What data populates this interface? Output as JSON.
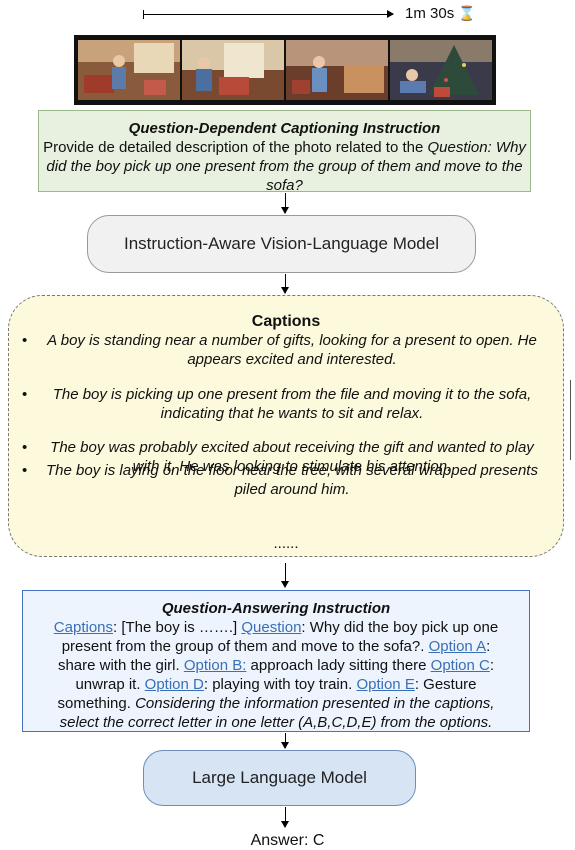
{
  "timeline": {
    "duration": "1m 30s"
  },
  "qdc": {
    "title": "Question-Dependent Captioning Instruction",
    "line1": "Provide de detailed description of the photo related to the ",
    "question_label": "Question:",
    "question": "Why did the boy pick up one present from the group of them and move to the sofa?"
  },
  "vlm": {
    "label": "Instruction-Aware Vision-Language Model"
  },
  "captions": {
    "title": "Captions",
    "items": [
      "A boy is standing near a number of gifts, looking for a present to open. He appears excited and interested.",
      "The boy is picking up one present from the file and moving it to the sofa, indicating that he wants to sit and relax.",
      "The boy was probably excited about receiving the gift and wanted to play with it. He was looking to stimulate his attention.",
      "The boy is laying on the floor near the tree, with several wrapped presents piled around him."
    ],
    "ellipsis": "......"
  },
  "qa": {
    "title": "Question-Answering Instruction",
    "captions_label": "Captions",
    "captions_value": ": [The boy is …….] ",
    "question_label": "Question",
    "question_value": ": Why did the boy pick up one present from the group of them and move to the sofa?. ",
    "option_a_label": "Option A",
    "option_a": ": share with the girl. ",
    "option_b_label": "Option B:",
    "option_b": " approach lady sitting there ",
    "option_c_label": "Option C",
    "option_c": ": unwrap it. ",
    "option_d_label": "Option D",
    "option_d": ": playing with toy train. ",
    "option_e_label": "Option E",
    "option_e": ": Gesture something. ",
    "instruction": "Considering the information presented in the captions, select the correct letter in one letter (A,B,C,D,E) from the options."
  },
  "llm": {
    "label": "Large Language Model"
  },
  "answer": "Answer: C"
}
